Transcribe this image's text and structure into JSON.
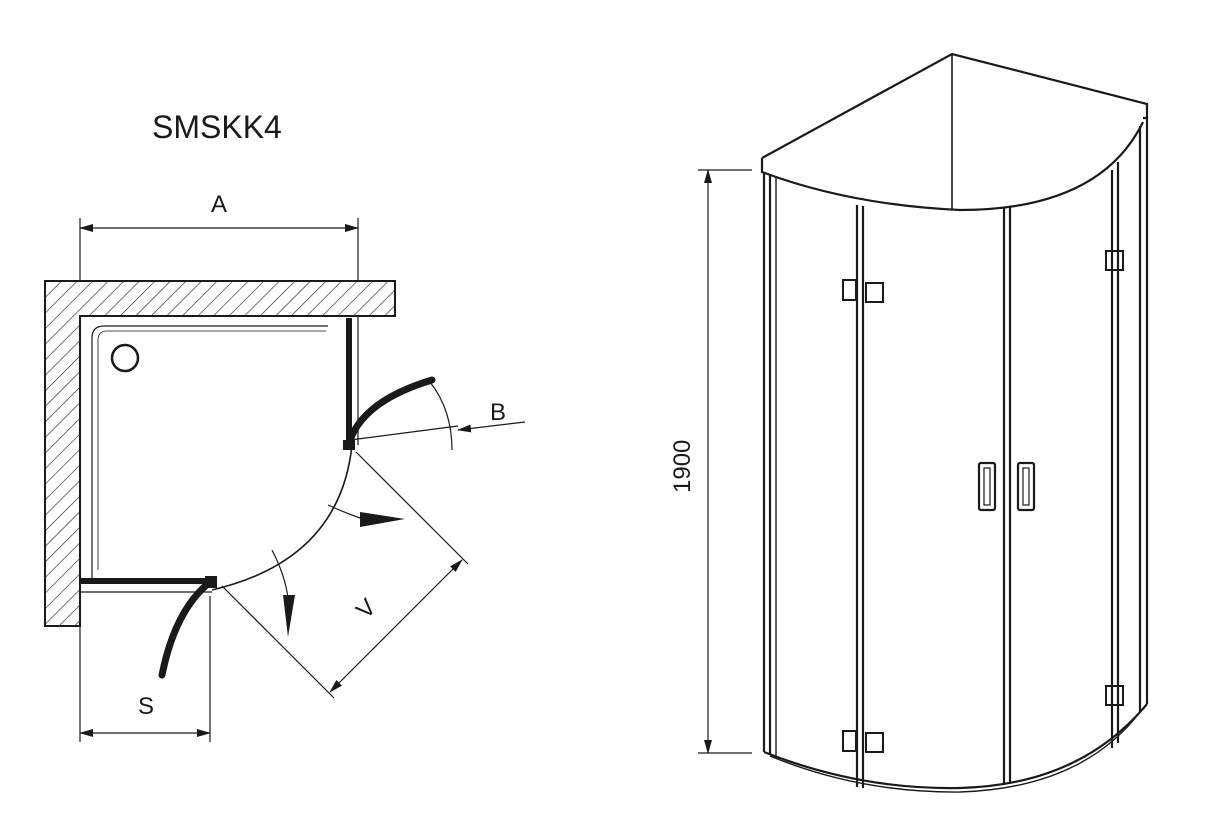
{
  "diagram": {
    "model": "SMSKK4",
    "plan_view": {
      "dimension_labels": {
        "width": "A",
        "door_angle": "B",
        "diagonal": "V",
        "side": "S"
      }
    },
    "elevation_view": {
      "height_label": "1900"
    }
  },
  "colors": {
    "ink": "#1a1a1a",
    "background": "#ffffff"
  }
}
